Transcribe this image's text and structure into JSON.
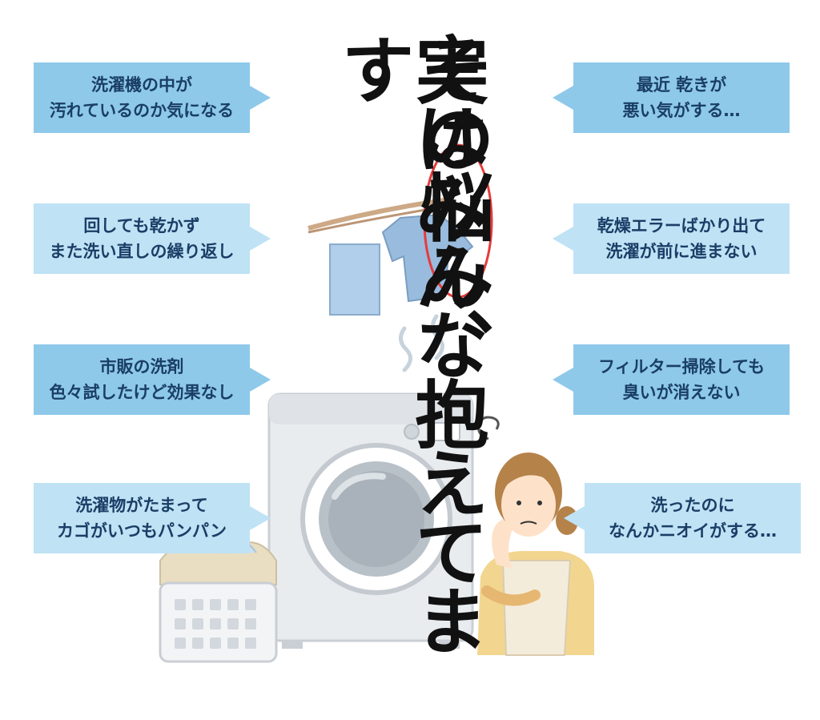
{
  "headline": {
    "line1": "その悩み、",
    "line2": "実はみんな抱えてます",
    "highlight_color": "#e53b3b"
  },
  "bubbles_left": [
    {
      "line1": "洗濯機の中が",
      "line2": "汚れているのか気になる"
    },
    {
      "line1": "回しても乾かず",
      "line2": "また洗い直しの繰り返し"
    },
    {
      "line1": "市販の洗剤",
      "line2": "色々試したけど効果なし"
    },
    {
      "line1": "洗濯物がたまって",
      "line2": "カゴがいつもパンパン"
    }
  ],
  "bubbles_right": [
    {
      "line1": "最近 乾きが",
      "line2": "悪い気がする…"
    },
    {
      "line1": "乾燥エラーばかり出て",
      "line2": "洗濯が前に進まない"
    },
    {
      "line1": "フィルター掃除しても",
      "line2": "臭いが消えない"
    },
    {
      "line1": "洗ったのに",
      "line2": "なんかニオイがする…"
    }
  ],
  "colors": {
    "bubble_dark": "#8ec9ea",
    "bubble_light": "#bfe2f5",
    "bubble_text": "#1a3e66"
  },
  "icons": [
    "washing-machine",
    "laundry-basket",
    "worried-woman",
    "hanging-clothes",
    "odor-wave"
  ]
}
